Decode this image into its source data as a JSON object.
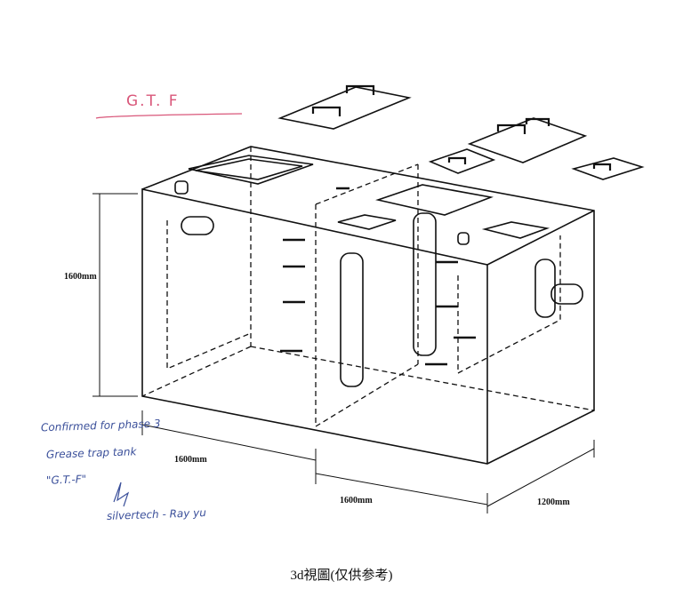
{
  "title_note": "G.T. F",
  "dimensions": {
    "height": "1600mm",
    "length_a": "1600mm",
    "length_b": "1600mm",
    "width": "1200mm"
  },
  "handwritten_notes": [
    "Confirmed for phase 3",
    "Grease trap tank",
    "\"G.T.-F\"",
    "silvertech - Ray yu"
  ],
  "caption": "3d視圖(仅供参考)",
  "colors": {
    "ink": "#111111",
    "note_blue": "#3a4f9a",
    "note_red": "#d9577a"
  }
}
